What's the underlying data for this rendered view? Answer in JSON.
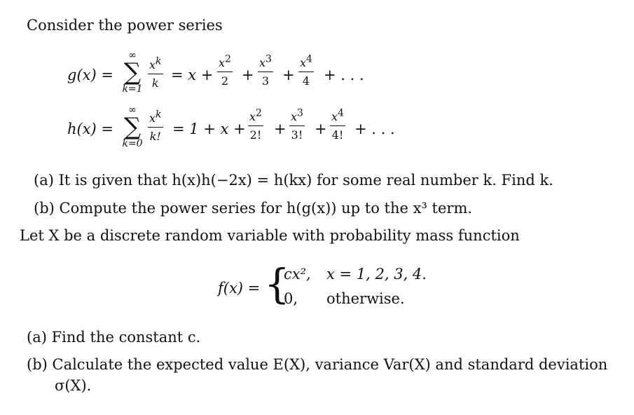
{
  "header": {
    "intro": "Consider the power series"
  },
  "series": {
    "g_lhs": "g(x) =",
    "g_sum_top": "∞",
    "g_sum_bottom": "k=1",
    "g_frac_num": "x",
    "g_frac_num_exp": "k",
    "g_frac_den": "k",
    "g_rhs_eq": "= x +",
    "g_t2_num": "x",
    "g_t2_exp": "2",
    "g_t2_den": "2",
    "g_t3_num": "x",
    "g_t3_exp": "3",
    "g_t3_den": "3",
    "g_t4_num": "x",
    "g_t4_exp": "4",
    "g_t4_den": "4",
    "g_plus1": "+",
    "g_plus2": "+",
    "g_tail": "+ . . .",
    "h_lhs": "h(x) =",
    "h_sum_top": "∞",
    "h_sum_bottom": "k=0",
    "h_frac_num": "x",
    "h_frac_num_exp": "k",
    "h_frac_den": "k!",
    "h_rhs_eq": "= 1 + x +",
    "h_t2_num": "x",
    "h_t2_exp": "2",
    "h_t2_den": "2!",
    "h_t3_num": "x",
    "h_t3_exp": "3",
    "h_t3_den": "3!",
    "h_t4_num": "x",
    "h_t4_exp": "4",
    "h_t4_den": "4!",
    "h_plus1": "+",
    "h_plus2": "+",
    "h_tail": "+ . . ."
  },
  "part1": {
    "a": "(a) It is given that h(x)h(−2x) = h(kx) for some real number k. Find k.",
    "b": "(b) Compute the power series for h(g(x)) up to the x³ term."
  },
  "pmf": {
    "intro": "Let X be a discrete random variable with probability mass function",
    "lhs": "f(x) =",
    "case1_value": "cx²,",
    "case1_cond": "x = 1, 2, 3, 4.",
    "case2_value": "0,",
    "case2_cond": "otherwise."
  },
  "part2": {
    "a": "(a) Find the constant c.",
    "b_line1": "(b) Calculate the expected value E(X), variance Var(X) and standard deviation",
    "b_line2": "σ(X)."
  }
}
